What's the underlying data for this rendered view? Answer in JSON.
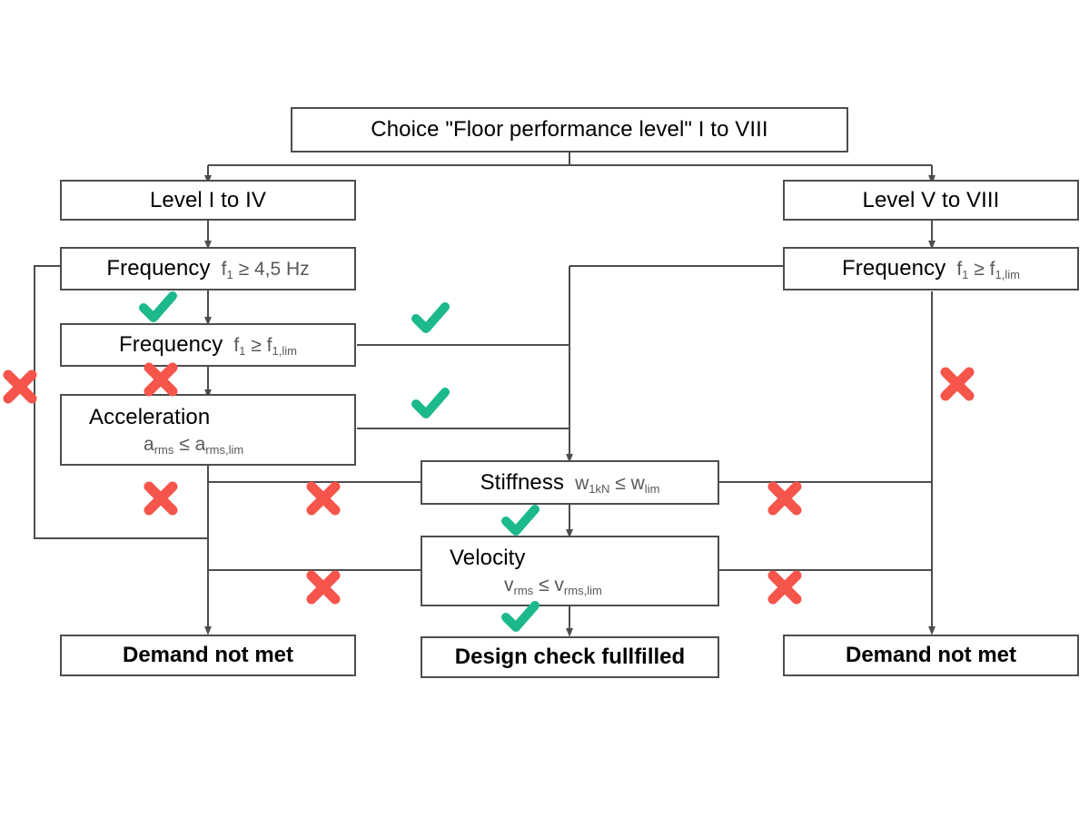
{
  "diagram": {
    "title": "Floor performance level design check flowchart",
    "colors": {
      "box_border": "#4d4d4d",
      "wire": "#4d4d4d",
      "label_text": "#000000",
      "formula_text": "#595959",
      "check_green": "#1cb98c",
      "cross_red": "#f5554b",
      "background": "#ffffff"
    },
    "nodes": {
      "choice": {
        "label": "Choice \"Floor performance level\" I to VIII"
      },
      "level_left": {
        "label": "Level I to IV"
      },
      "level_right": {
        "label": "Level V to VIII"
      },
      "freq_left_1": {
        "label": "Frequency",
        "formula": {
          "var": "f",
          "var_sub": "1",
          "op": "≥",
          "rhs": "4,5 Hz",
          "rhs_sub": ""
        }
      },
      "freq_left_2": {
        "label": "Frequency",
        "formula": {
          "var": "f",
          "var_sub": "1",
          "op": "≥",
          "rhs": "f",
          "rhs_sub": "1,lim"
        }
      },
      "freq_right": {
        "label": "Frequency",
        "formula": {
          "var": "f",
          "var_sub": "1",
          "op": "≥",
          "rhs": "f",
          "rhs_sub": "1,lim"
        }
      },
      "acceleration": {
        "label": "Acceleration",
        "formula": {
          "var": "a",
          "var_sub": "rms",
          "op": "≤",
          "rhs": "a",
          "rhs_sub": "rms,lim"
        }
      },
      "stiffness": {
        "label": "Stiffness",
        "formula": {
          "var": "w",
          "var_sub": "1kN",
          "op": "≤",
          "rhs": "w",
          "rhs_sub": "lim"
        }
      },
      "velocity": {
        "label": "Velocity",
        "formula": {
          "var": "v",
          "var_sub": "rms",
          "op": "≤",
          "rhs": "v",
          "rhs_sub": "rms,lim"
        }
      },
      "result_left": {
        "label": "Demand not met"
      },
      "result_center": {
        "label": "Design check fullfilled"
      },
      "result_right": {
        "label": "Demand not met"
      }
    },
    "marks": [
      {
        "id": "check-freq-left-1",
        "type": "check",
        "meaning": "pass"
      },
      {
        "id": "check-freq-left-2-to-stiffness",
        "type": "check",
        "meaning": "pass"
      },
      {
        "id": "check-acceleration-to-stiffness",
        "type": "check",
        "meaning": "pass"
      },
      {
        "id": "check-stiffness-to-velocity",
        "type": "check",
        "meaning": "pass"
      },
      {
        "id": "check-velocity-to-result",
        "type": "check",
        "meaning": "pass"
      },
      {
        "id": "cross-freq-left-1-fail",
        "type": "cross",
        "meaning": "fail"
      },
      {
        "id": "cross-freq-left-2-fail",
        "type": "cross",
        "meaning": "fail"
      },
      {
        "id": "cross-acceleration-fail",
        "type": "cross",
        "meaning": "fail"
      },
      {
        "id": "cross-stiffness-fail-left",
        "type": "cross",
        "meaning": "fail"
      },
      {
        "id": "cross-velocity-fail-left",
        "type": "cross",
        "meaning": "fail"
      },
      {
        "id": "cross-freq-right-fail",
        "type": "cross",
        "meaning": "fail"
      },
      {
        "id": "cross-stiffness-fail-right",
        "type": "cross",
        "meaning": "fail"
      },
      {
        "id": "cross-velocity-fail-right",
        "type": "cross",
        "meaning": "fail"
      }
    ]
  }
}
